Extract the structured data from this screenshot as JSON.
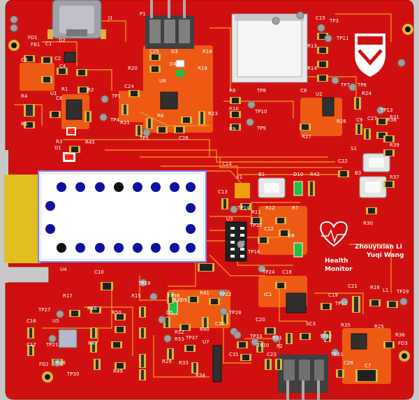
{
  "board": {
    "text_line1": "Zhouyixian Li",
    "text_line2": "Yuqi Wang",
    "health_line1": "Health",
    "health_line2": "Monitor"
  },
  "colors": {
    "background": "#c8c8c8",
    "pcb": "#d01010",
    "copper_pour": "#ee5a14",
    "trace": "#f2a020",
    "silk": "#ffffff",
    "pad": "#9a9a9a"
  },
  "labels": [
    {
      "text": "J1"
    },
    {
      "text": "P1"
    },
    {
      "text": "C15"
    },
    {
      "text": "TP3"
    },
    {
      "text": "TP11"
    },
    {
      "text": "FD1"
    },
    {
      "text": "FB1"
    },
    {
      "text": "C1"
    },
    {
      "text": "D2"
    },
    {
      "text": "C3"
    },
    {
      "text": "C2"
    },
    {
      "text": "C4"
    },
    {
      "text": "C25"
    },
    {
      "text": "D3"
    },
    {
      "text": "R18"
    },
    {
      "text": "R20"
    },
    {
      "text": "D4"
    },
    {
      "text": "R19"
    },
    {
      "text": "R13"
    },
    {
      "text": "R14"
    },
    {
      "text": "U6"
    },
    {
      "text": "C24"
    },
    {
      "text": "R8"
    },
    {
      "text": "TP8"
    },
    {
      "text": "C8"
    },
    {
      "text": "U2"
    },
    {
      "text": "TP7"
    },
    {
      "text": "TP6"
    },
    {
      "text": "R24"
    },
    {
      "text": "R4"
    },
    {
      "text": "U1"
    },
    {
      "text": "R1"
    },
    {
      "text": "R2"
    },
    {
      "text": "TP1"
    },
    {
      "text": "C6"
    },
    {
      "text": "R10"
    },
    {
      "text": "TP10"
    },
    {
      "text": "R23"
    },
    {
      "text": "TP13"
    },
    {
      "text": "R5"
    },
    {
      "text": "TP4"
    },
    {
      "text": "R21"
    },
    {
      "text": "R6"
    },
    {
      "text": "R9"
    },
    {
      "text": "TP9"
    },
    {
      "text": "R26"
    },
    {
      "text": "C9"
    },
    {
      "text": "C27"
    },
    {
      "text": "R31"
    },
    {
      "text": "R3"
    },
    {
      "text": "R45"
    },
    {
      "text": "TP5"
    },
    {
      "text": "C26"
    },
    {
      "text": "R27"
    },
    {
      "text": "D1"
    },
    {
      "text": "R39"
    },
    {
      "text": "S1"
    },
    {
      "text": "C14"
    },
    {
      "text": "C22"
    },
    {
      "text": "X1"
    },
    {
      "text": "B1"
    },
    {
      "text": "D10"
    },
    {
      "text": "R42"
    },
    {
      "text": "B3"
    },
    {
      "text": "R37"
    },
    {
      "text": "C13"
    },
    {
      "text": "TP14"
    },
    {
      "text": "R11"
    },
    {
      "text": "R12"
    },
    {
      "text": "R7"
    },
    {
      "text": "R30"
    },
    {
      "text": "U3"
    },
    {
      "text": "C12"
    },
    {
      "text": "TP15"
    },
    {
      "text": "D8"
    },
    {
      "text": "TP16"
    },
    {
      "text": "U4"
    },
    {
      "text": "C10"
    },
    {
      "text": "TP24"
    },
    {
      "text": "C18"
    },
    {
      "text": "TP19"
    },
    {
      "text": "IC1"
    },
    {
      "text": "C21"
    },
    {
      "text": "R16"
    },
    {
      "text": "L1"
    },
    {
      "text": "TP29"
    },
    {
      "text": "R17"
    },
    {
      "text": "R15"
    },
    {
      "text": "TP36"
    },
    {
      "text": "R22"
    },
    {
      "text": "D9"
    },
    {
      "text": "R41"
    },
    {
      "text": "TP22"
    },
    {
      "text": "C19"
    },
    {
      "text": "TP12"
    },
    {
      "text": "TP27"
    },
    {
      "text": "R48"
    },
    {
      "text": "R50"
    },
    {
      "text": "D5"
    },
    {
      "text": "TP28"
    },
    {
      "text": "C20"
    },
    {
      "text": "R35"
    },
    {
      "text": "R25"
    },
    {
      "text": "C16"
    },
    {
      "text": "U5"
    },
    {
      "text": "R52"
    },
    {
      "text": "R40"
    },
    {
      "text": "C30"
    },
    {
      "text": "SC3"
    },
    {
      "text": "R36"
    },
    {
      "text": "FD3"
    },
    {
      "text": "C17"
    },
    {
      "text": "TP21"
    },
    {
      "text": "R47"
    },
    {
      "text": "R53"
    },
    {
      "text": "TP37"
    },
    {
      "text": "TP33"
    },
    {
      "text": "TP32"
    },
    {
      "text": "FD2"
    },
    {
      "text": "R28"
    },
    {
      "text": "R51"
    },
    {
      "text": "P2"
    },
    {
      "text": "TP20"
    },
    {
      "text": "TP30"
    },
    {
      "text": "R49"
    },
    {
      "text": "R29"
    },
    {
      "text": "R33"
    },
    {
      "text": "U7"
    },
    {
      "text": "C31"
    },
    {
      "text": "C23"
    },
    {
      "text": "TP31"
    },
    {
      "text": "C28"
    },
    {
      "text": "C7"
    },
    {
      "text": "R38"
    },
    {
      "text": "R34"
    }
  ]
}
